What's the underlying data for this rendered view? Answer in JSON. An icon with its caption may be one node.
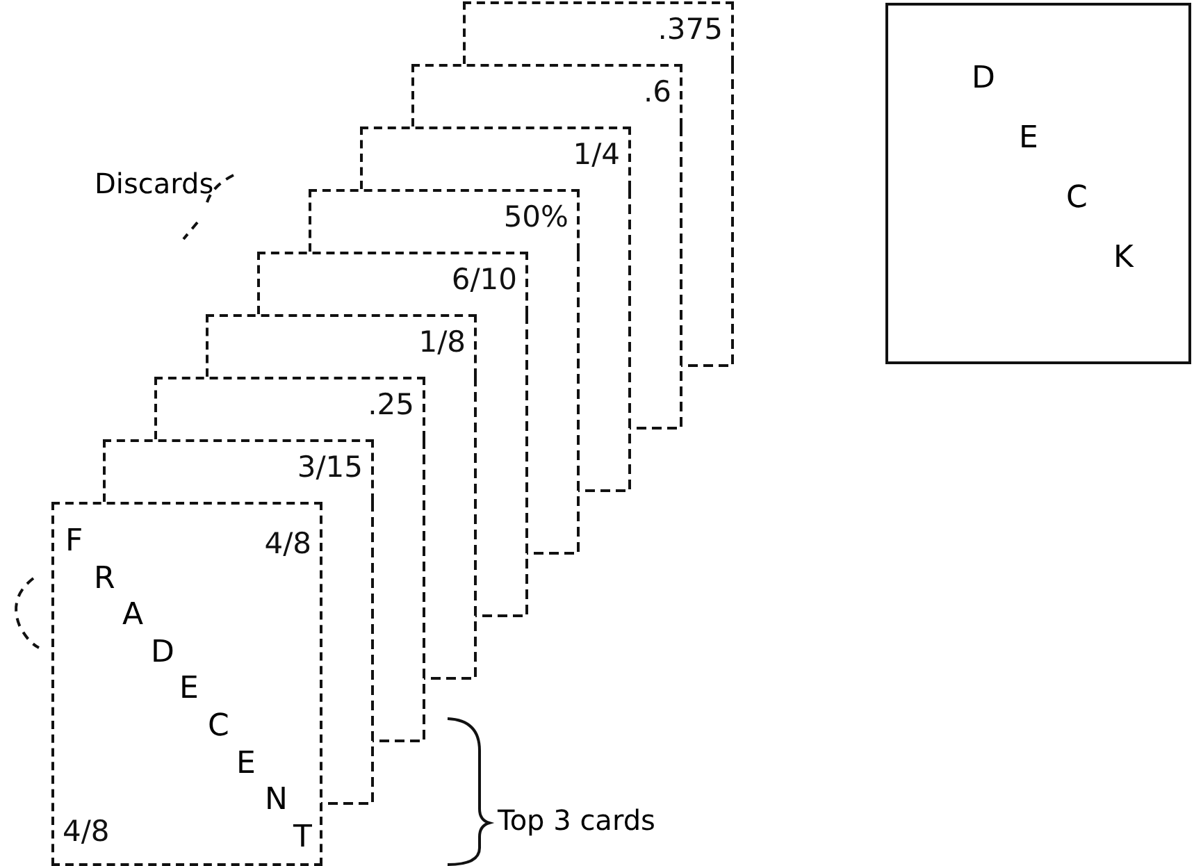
{
  "diagram": {
    "nodes": [
      {
        "text": [
          "FRADECENT",
          "4/8",
          "4/8"
        ]
      },
      {
        "text": [
          "3/15"
        ]
      },
      {
        "text": [
          ".25"
        ]
      },
      {
        "text": [
          "1/8"
        ]
      },
      {
        "text": [
          "6/10"
        ]
      },
      {
        "text": [
          "50%"
        ]
      },
      {
        "text": [
          "1/4"
        ]
      },
      {
        "text": [
          ".6"
        ]
      },
      {
        "text": [
          ".375"
        ]
      },
      {
        "text": [
          "DECK"
        ]
      }
    ],
    "labels": [
      "Discards",
      "Top 3 cards"
    ]
  }
}
